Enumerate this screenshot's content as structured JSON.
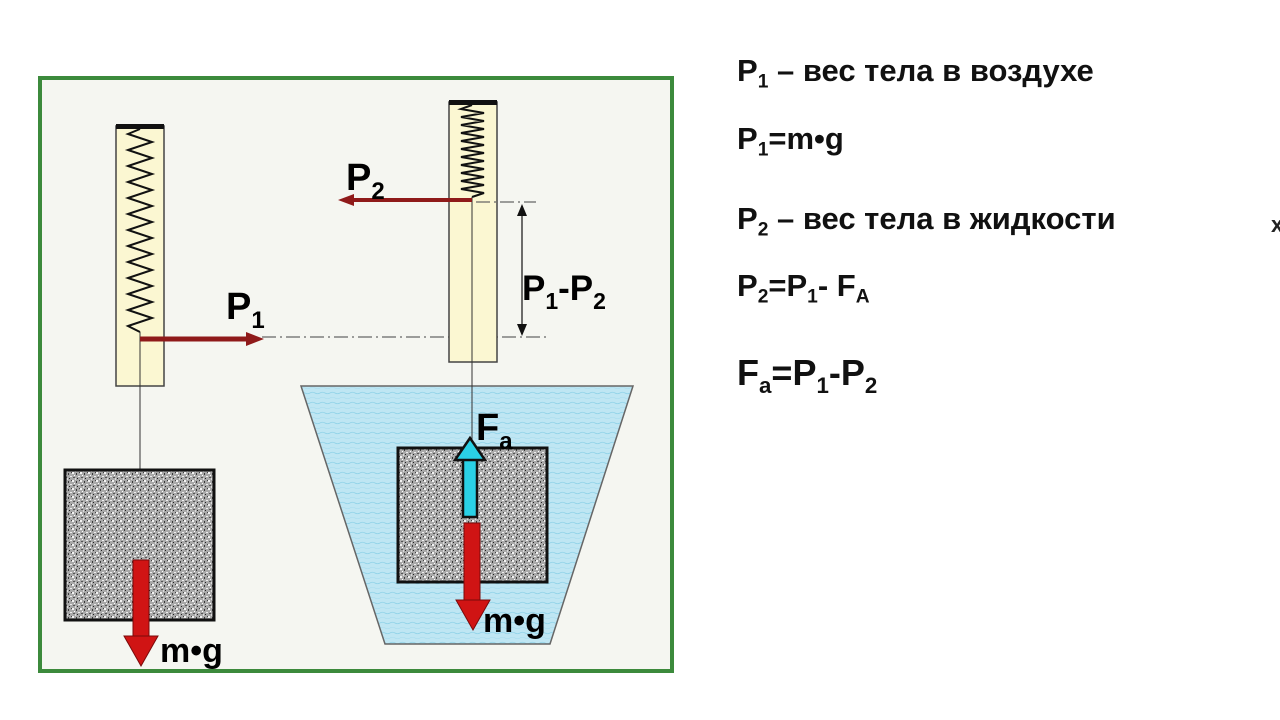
{
  "diagram": {
    "label_p1": "P",
    "label_p1_sub": "1",
    "label_p2": "P",
    "label_p2_sub": "2",
    "label_diff_a": "P",
    "label_diff_a_sub": "1",
    "label_diff_mid": "-P",
    "label_diff_b_sub": "2",
    "label_fa": "F",
    "label_fa_sub": "a",
    "label_mg_left": "m•g",
    "label_mg_right": "m•g"
  },
  "formulas": {
    "line1": {
      "main": "P",
      "sub": "1",
      "rest": " – вес тела в воздухе"
    },
    "line2": {
      "main": "P",
      "sub": "1",
      "rest": "=m•g"
    },
    "line3": {
      "main": "P",
      "sub": "2",
      "rest": " – вес тела в жидкости"
    },
    "line4": {
      "a": "P",
      "a_sub": "2",
      "b": "=P",
      "b_sub": "1",
      "c": "- F",
      "c_sub": "A"
    },
    "line5": {
      "a": "F",
      "a_sub": "a",
      "b": "=P",
      "b_sub": "1",
      "c": "-P",
      "c_sub": "2"
    },
    "edge_mark": "x"
  },
  "colors": {
    "frame_border": "#3c8a3c",
    "frame_bg": "#f5f6f1",
    "spring_tube": "#fbf7d2",
    "water": "#bfe6f3",
    "weight_arrow": "#d01414",
    "pointer_arrow": "#8f1a1a",
    "buoyancy_arrow": "#2ad1e6"
  },
  "icons": [
    "spring-icon",
    "stone-block-icon",
    "arrow-icon"
  ]
}
